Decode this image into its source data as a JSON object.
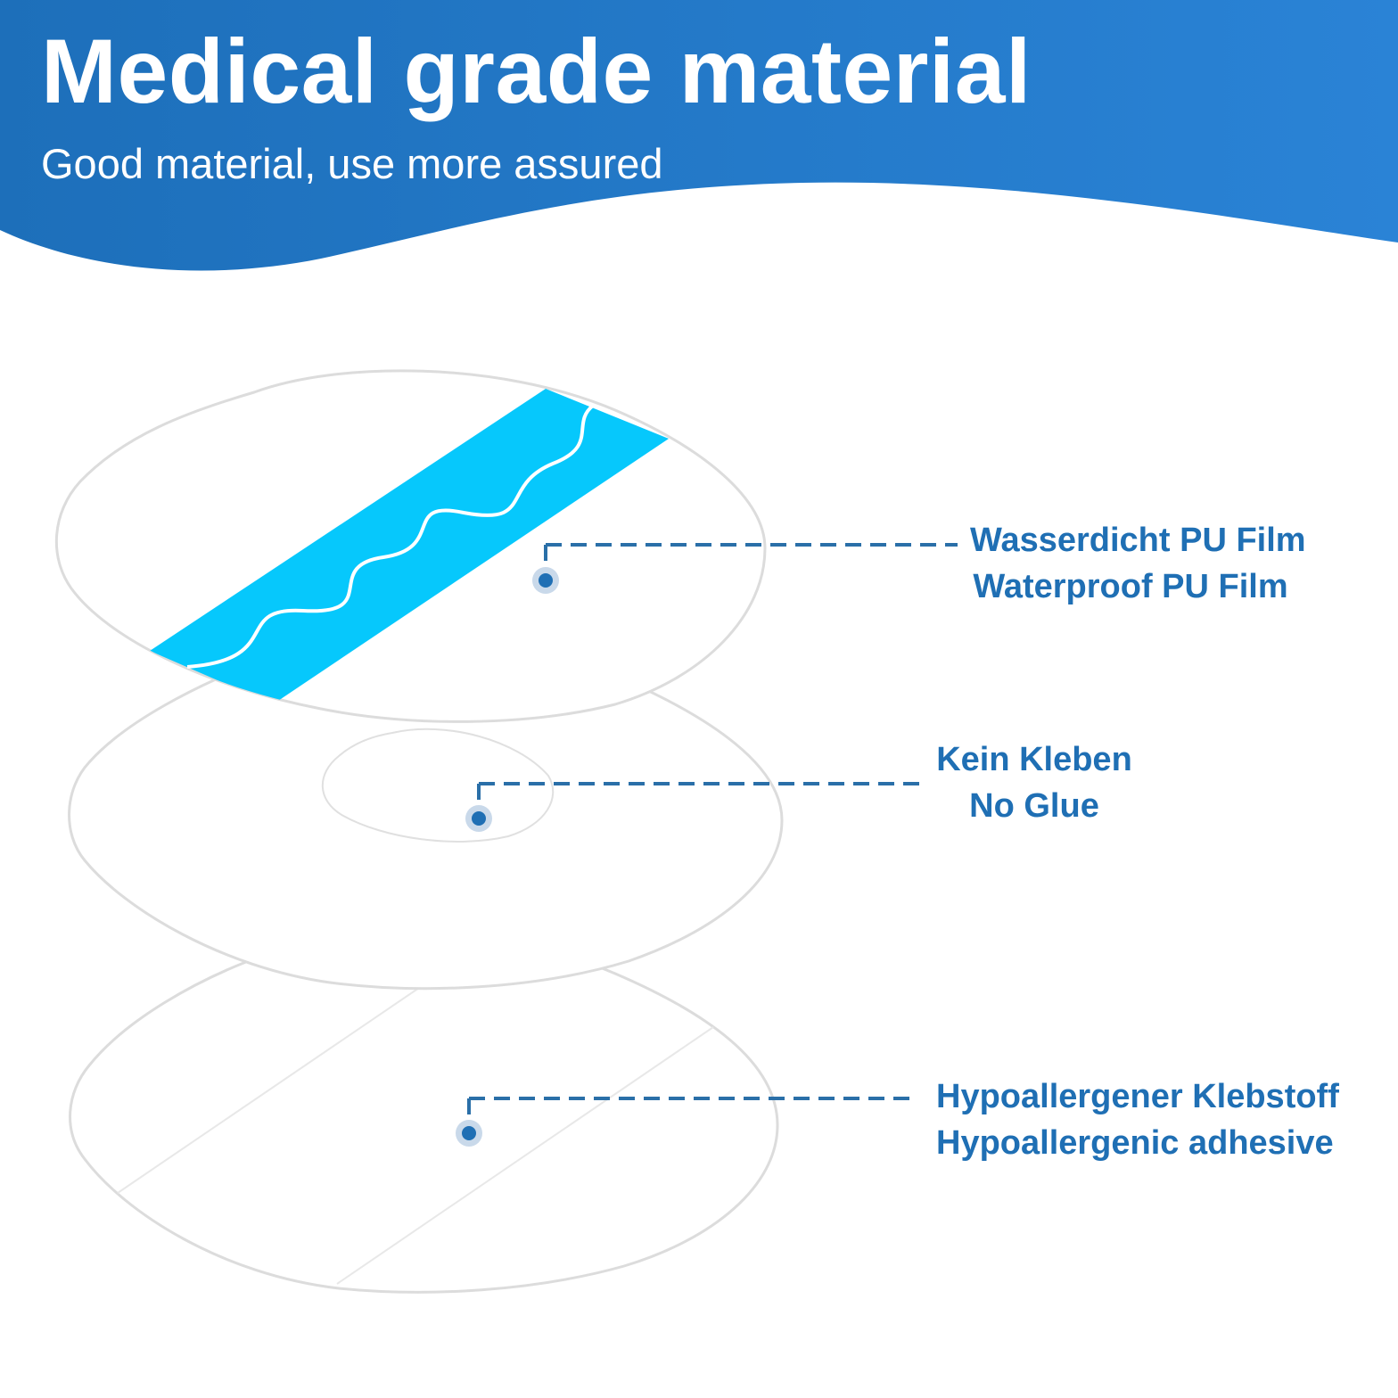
{
  "header": {
    "title": "Medical grade material",
    "subtitle": "Good material, use more assured"
  },
  "layers": [
    {
      "label_de": "Wasserdicht PU Film",
      "label_en": "Waterproof PU Film"
    },
    {
      "label_de": "Kein Kleben",
      "label_en": "No Glue"
    },
    {
      "label_de": "Hypoallergener Klebstoff",
      "label_en": "Hypoallergenic adhesive"
    }
  ],
  "colors": {
    "header_blue_dark": "#1d6fba",
    "header_blue_light": "#2f86d4",
    "label_blue": "#1f6fb4",
    "strip_cyan": "#06c8fc",
    "marker_blue": "#1f6fb4",
    "marker_halo": "#c9d9ea"
  }
}
